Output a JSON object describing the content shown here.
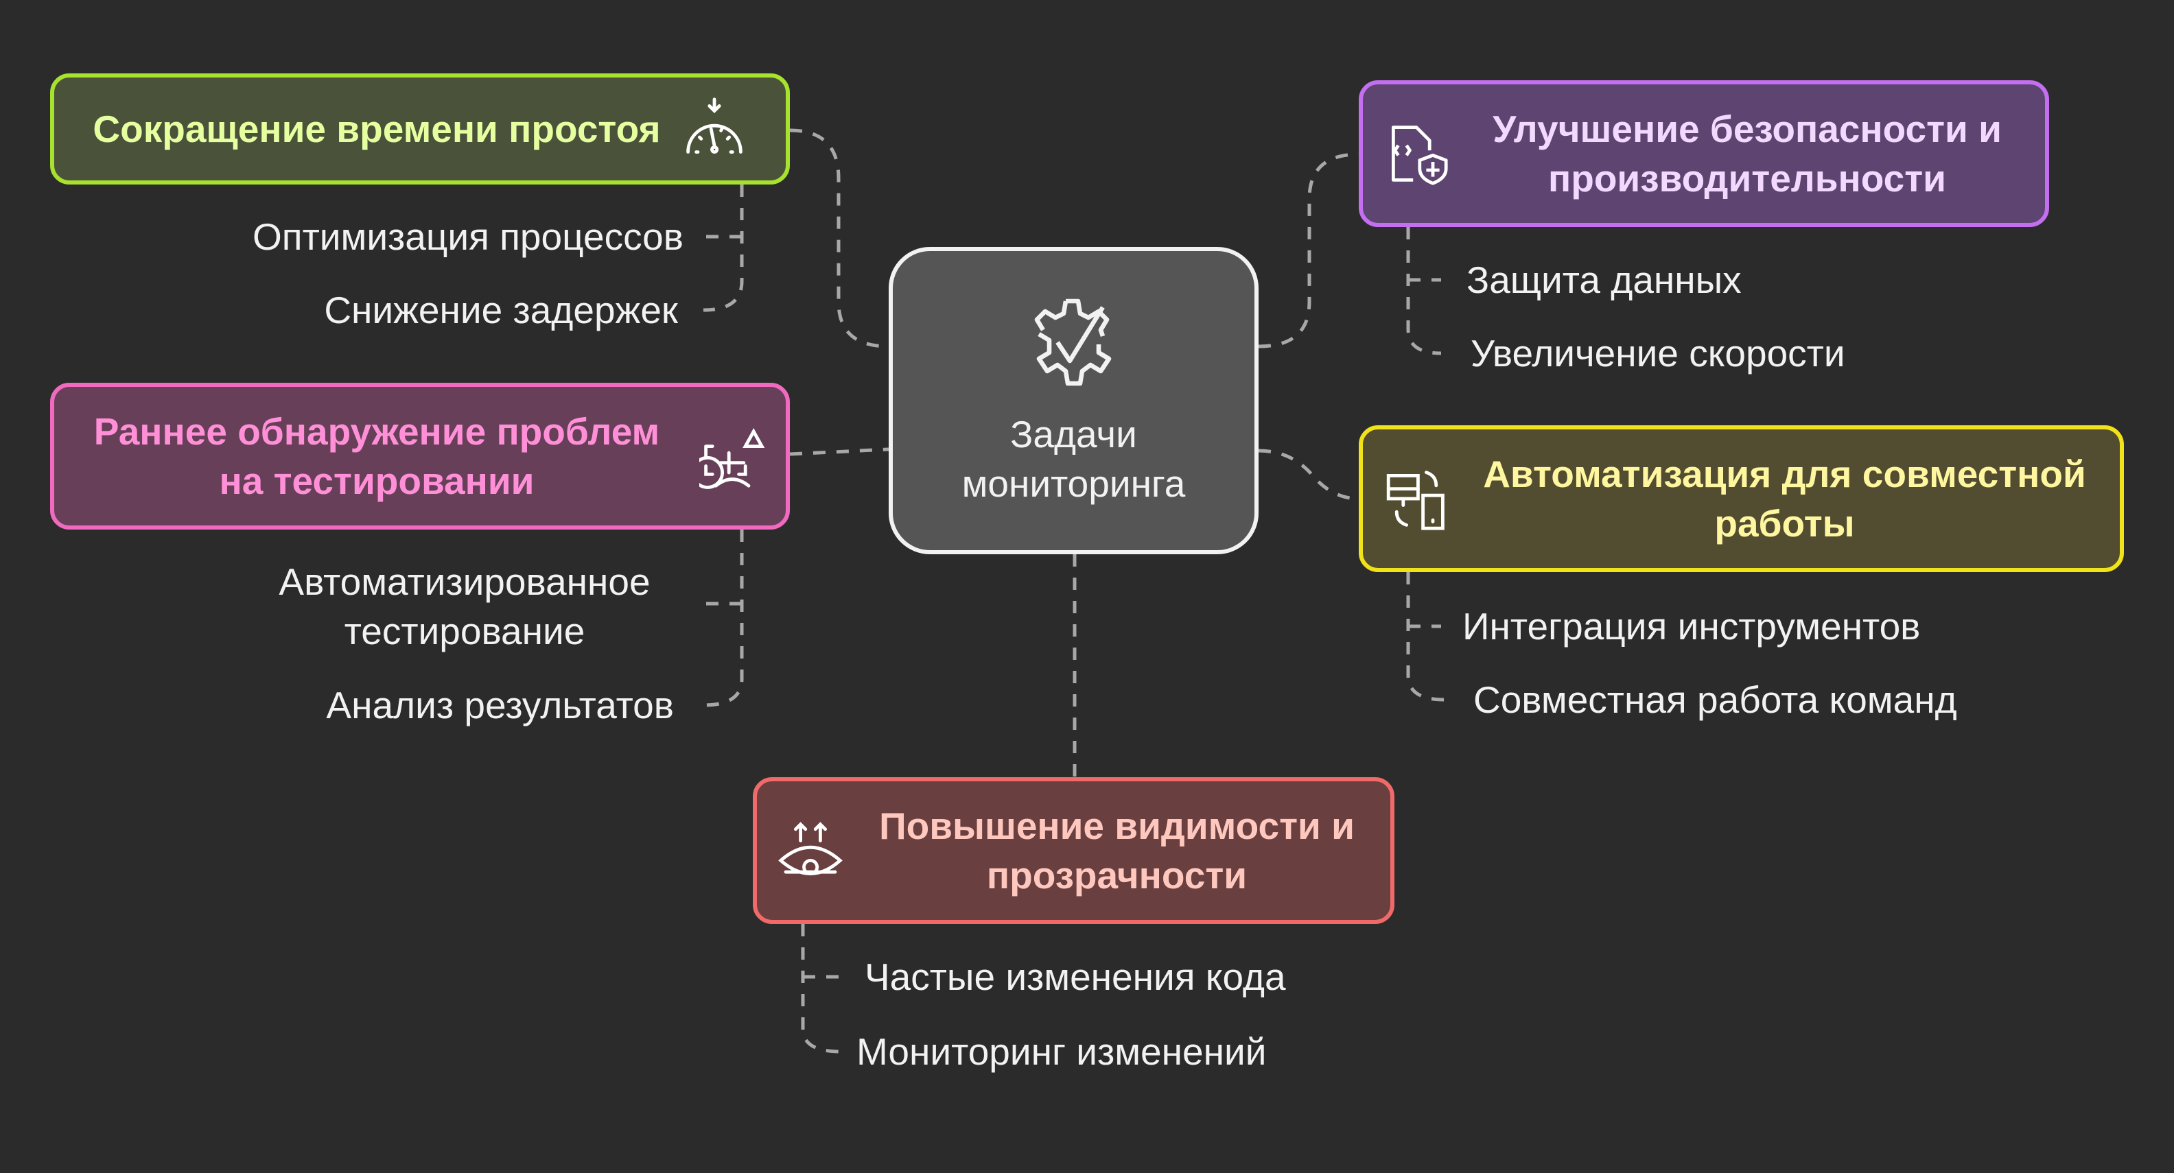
{
  "center": {
    "title_line1": "Задачи",
    "title_line2": "мониторинга",
    "icon": "gear-check-icon"
  },
  "branches": [
    {
      "title": "Сокращение времени простоя",
      "icon": "speedometer-icon",
      "color": "#a6e22e",
      "items": [
        "Оптимизация процессов",
        "Снижение задержек"
      ]
    },
    {
      "title": "Раннее обнаружение проблем на тестировании",
      "icon": "bug-warning-icon",
      "color": "#f06ac0",
      "items": [
        "Автоматизированное тестирование",
        "Анализ результатов"
      ]
    },
    {
      "title": "Улучшение безопасности и производительности",
      "icon": "secure-file-icon",
      "color": "#c46ef0",
      "items": [
        "Защита данных",
        "Увеличение скорости"
      ]
    },
    {
      "title": "Автоматизация для совместной работы",
      "icon": "device-sync-icon",
      "color": "#f2e21a",
      "items": [
        "Интеграция инструментов",
        "Совместная работа команд"
      ]
    },
    {
      "title": "Повышение видимости и прозрачности",
      "icon": "eye-arrows-icon",
      "color": "#f06a6a",
      "items": [
        "Частые изменения кода",
        "Мониторинг изменений"
      ]
    }
  ]
}
